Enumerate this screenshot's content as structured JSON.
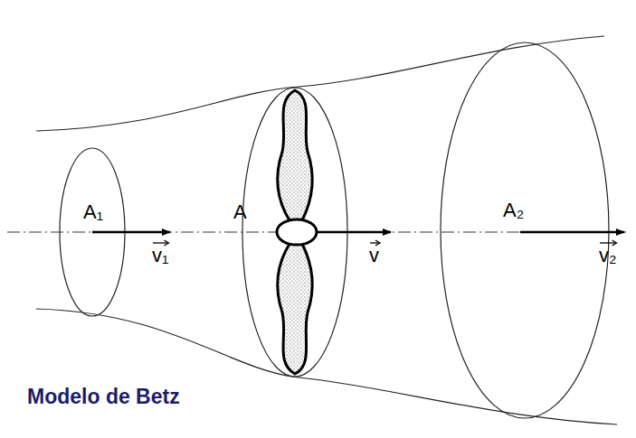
{
  "diagram": {
    "caption": "Modelo de Betz",
    "labels": [
      "A₁",
      "v₁",
      "A",
      "v",
      "A₂",
      "v₂"
    ]
  }
}
